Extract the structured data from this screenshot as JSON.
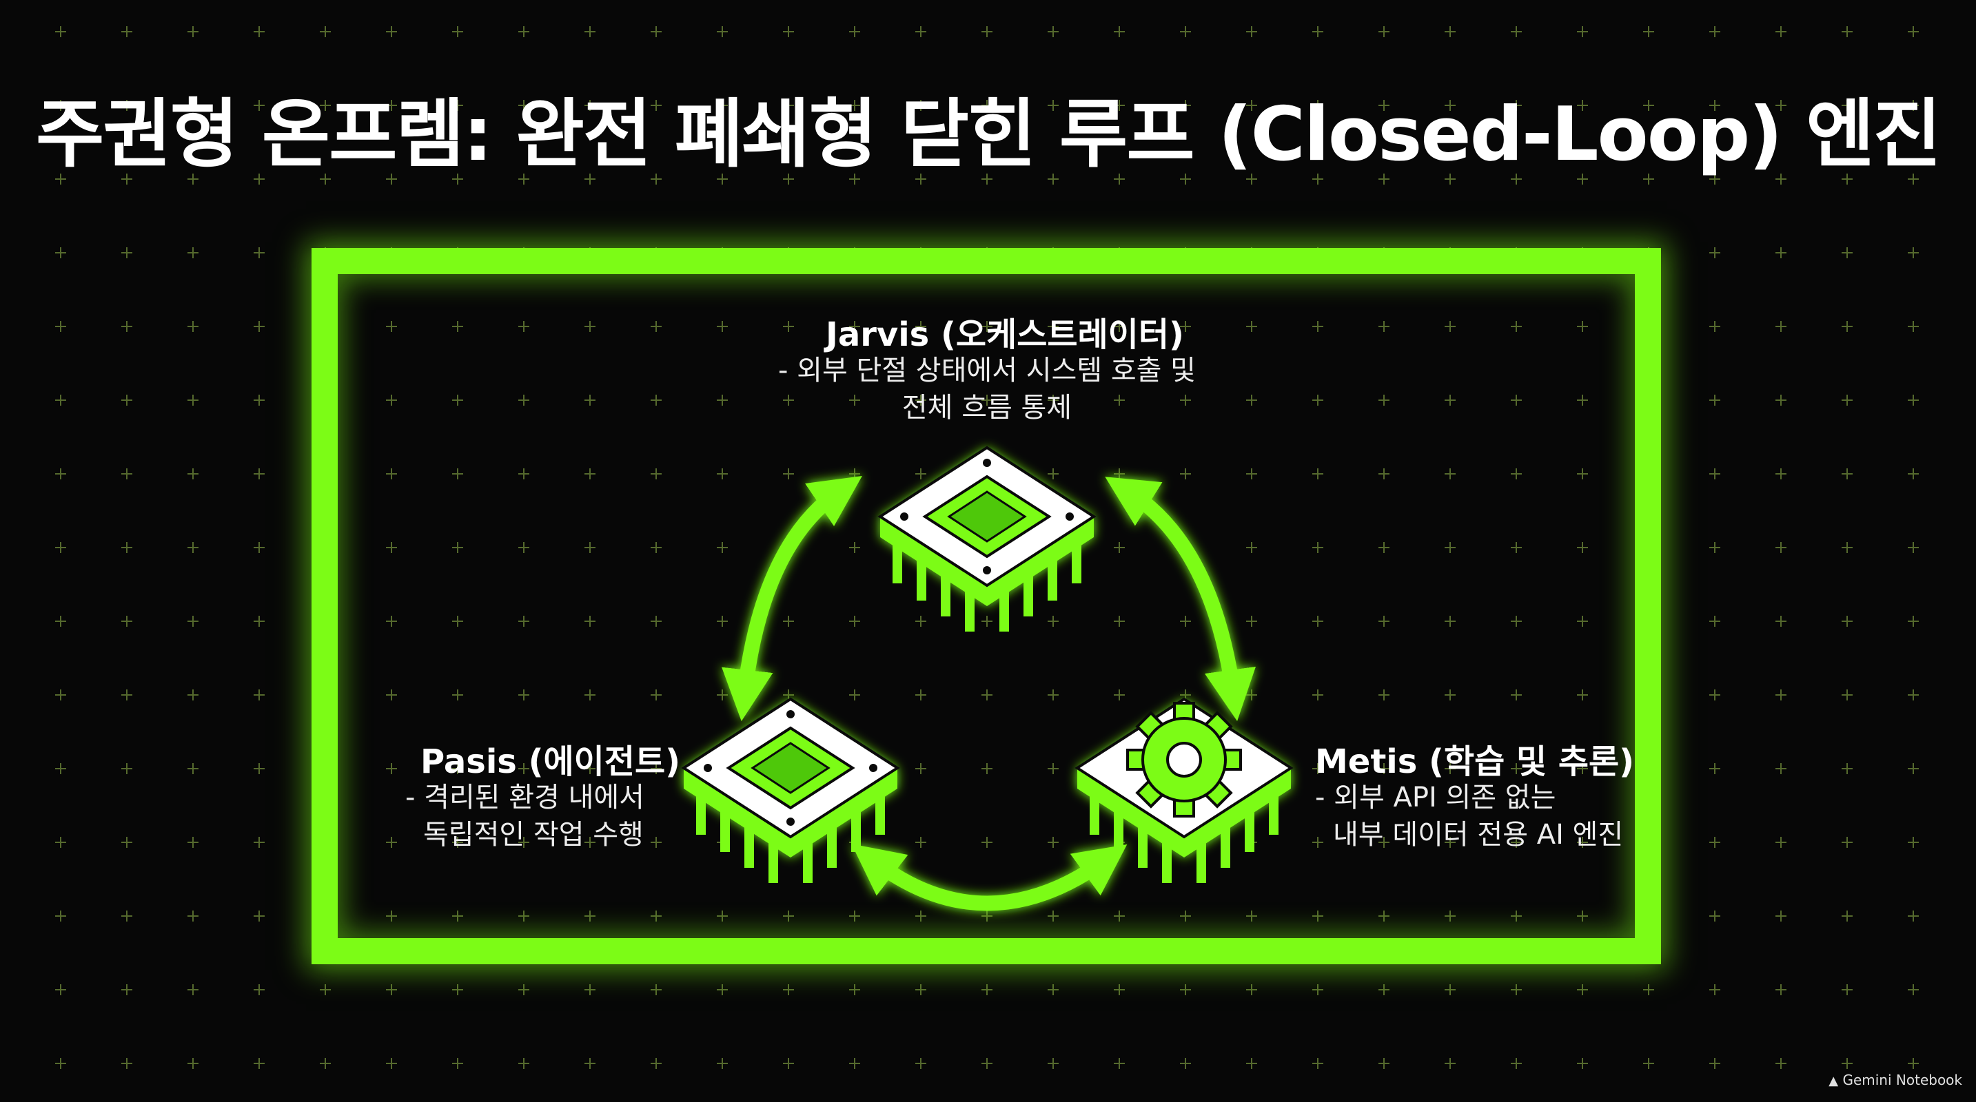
{
  "title": "주권형 온프렘: 완전 폐쇄형 닫힌 루프 (Closed-Loop) 엔진",
  "nodes": {
    "jarvis": {
      "title": "Jarvis (오케스트레이터)",
      "desc_lines": [
        "- 외부 단절 상태에서 시스템 호출 및",
        "전체 흐름 통제"
      ],
      "icon": "chip-icon"
    },
    "pasis": {
      "title": "Pasis (에이전트)",
      "desc_lines": [
        "- 격리된 환경 내에서",
        "독립적인 작업 수행"
      ],
      "icon": "chip-icon"
    },
    "metis": {
      "title": "Metis (학습 및 추론)",
      "desc_lines": [
        "- 외부 API 의존 없는",
        "내부 데이터 전용 AI 엔진"
      ],
      "icon": "gear-chip-icon"
    }
  },
  "watermark": "Gemini Notebook",
  "colors": {
    "background": "#070707",
    "accent": "#7cfc16",
    "text": "#ffffff"
  }
}
